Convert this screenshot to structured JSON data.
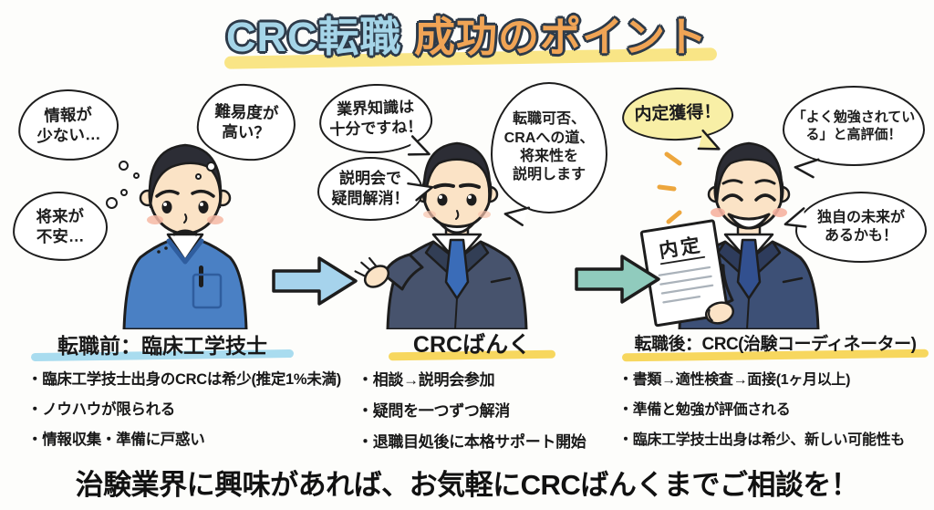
{
  "title": {
    "highlight_text": "CRC転職",
    "accent_text": "成功のポイント"
  },
  "sections": [
    {
      "id": "before",
      "heading": "転職前：臨床工学技士",
      "bubbles": [
        "情報が\n少ない…",
        "難易度が\n高い？",
        "将来が\n不安…"
      ],
      "bullets": [
        "・臨床工学技士出身のCRCは希少(推定1%未満)",
        "・ノウハウが限られる",
        "・情報収集・準備に戸惑い"
      ]
    },
    {
      "id": "crc-bank",
      "heading": "CRCばんく",
      "bubbles": [
        "業界知識は\n十分ですね！",
        "説明会で\n疑問解消！",
        "転職可否、\nCRAへの道、\n将来性を\n説明します"
      ],
      "bullets": [
        "・相談→説明会参加",
        "・疑問を一つずつ解消",
        "・退職目処後に本格サポート開始"
      ]
    },
    {
      "id": "after",
      "heading": "転職後：CRC(治験コーディネーター)",
      "bubbles": [
        "内定獲得！",
        "「よく勉強されてい\nる」と高評価！",
        "独自の未来が\nあるかも！"
      ],
      "bullets": [
        "・書類→適性検査→面接(1ヶ月以上)",
        "・準備と勉強が評価される",
        "・臨床工学技士出身は希少、新しい可能性も"
      ]
    }
  ],
  "document_label": "内定",
  "footer": "治験業界に興味があれば、お気軽にCRCばんくまでご相談を！",
  "icons": {
    "flow_arrow_1": "right-arrow",
    "flow_arrow_2": "right-arrow",
    "emphasis_marks": "sparkle-lines",
    "thought_trail": "thought-dots"
  },
  "colors": {
    "ink": "#1d1d1d",
    "title-blue": "#a5d5e8",
    "title-orange": "#f0a455",
    "title-outline": "#2d3a49",
    "title-underline": "#f9e586",
    "hl-blue": "#a9dcef",
    "hl-yellow": "#f7d75e",
    "bubble-yellow": "#f8efa6",
    "arrow-blue": "#a6d3ec",
    "arrow-teal": "#90cbbd",
    "scrubs-blue": "#4a80c4",
    "suit-gray-navy": "#47536d",
    "suit-blue-navy": "#3d5076",
    "tie-blue": "#3a6cb8",
    "tie-navy": "#32508f",
    "skin": "#fbe3c6",
    "hair": "#2c2d35",
    "sparkle-orange": "#eda63d"
  }
}
